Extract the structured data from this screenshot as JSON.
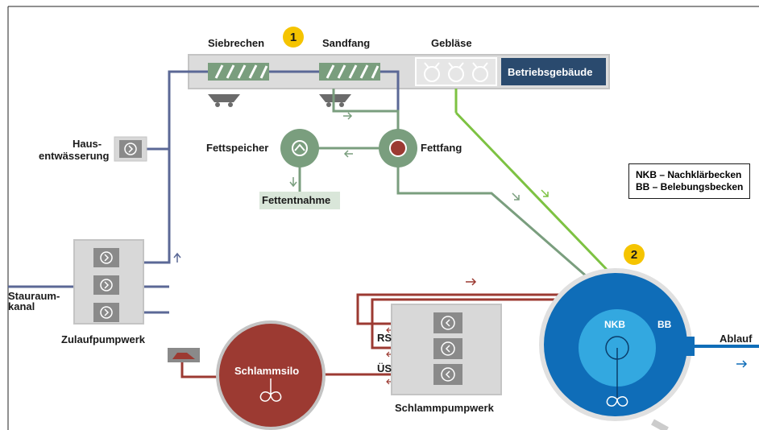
{
  "labels": {
    "siebrechen": "Siebrechen",
    "sandfang": "Sandfang",
    "geblaese": "Gebläse",
    "betriebsgebaeude": "Betriebsgebäude",
    "hausentwaesserung_1": "Haus-",
    "hausentwaesserung_2": "entwässerung",
    "fettspeicher": "Fettspeicher",
    "fettfang": "Fettfang",
    "fettentnahme": "Fettentnahme",
    "stauraumkanal_1": "Stauraum-",
    "stauraumkanal_2": "kanal",
    "zulaufpumpwerk": "Zulaufpumpwerk",
    "schlammsilo": "Schlammsilo",
    "schlammpumpwerk": "Schlammpumpwerk",
    "rs": "RS",
    "us": "ÜS",
    "nkb": "NKB",
    "bb": "BB",
    "ablauf": "Ablauf"
  },
  "badges": {
    "one": "1",
    "two": "2"
  },
  "legend": {
    "line1": "NKB – Nachklärbecken",
    "line2": "BB – Belebungsbecken"
  },
  "colors": {
    "pipe_blue": "#5b6896",
    "pipe_green": "#7a9e7e",
    "pipe_green_bright": "#7dc242",
    "pipe_red": "#9c3a32",
    "tank_blue": "#0f6db8",
    "tank_inner": "#33a8e0",
    "silo_red": "#9c3a32",
    "box_gray": "#d8d8d8",
    "equipment_green": "#7a9e7e",
    "betrieb_navy": "#2a4a6e"
  }
}
